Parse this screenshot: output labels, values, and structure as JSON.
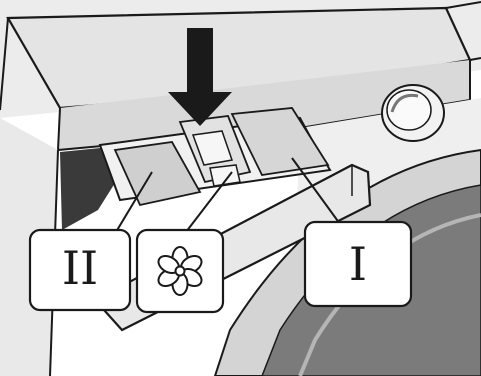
{
  "figure": {
    "type": "washing-machine-detergent-drawer",
    "callouts": [
      {
        "id": "prewash",
        "label": "II",
        "kind": "text"
      },
      {
        "id": "softener",
        "label": "",
        "kind": "icon",
        "icon": "flower-icon"
      },
      {
        "id": "mainwash",
        "label": "I",
        "kind": "text"
      }
    ],
    "arrow": {
      "icon": "down-arrow-icon",
      "color": "#1a1a1a"
    },
    "colors": {
      "line": "#1a1a1a",
      "panel": "#e6e6e6",
      "light": "#f4f4f4",
      "shadow": "#9a9a9a",
      "dark": "#555555"
    }
  }
}
